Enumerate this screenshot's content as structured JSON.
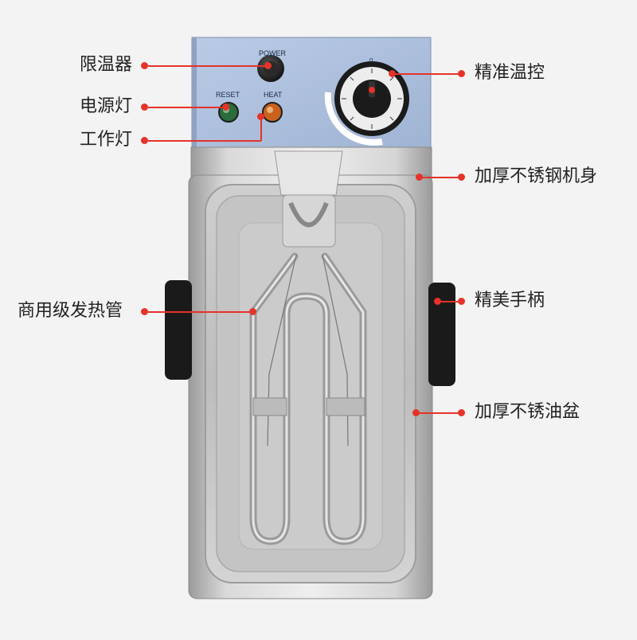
{
  "panel": {
    "power_label": "POWER",
    "reset_label": "RESET",
    "heat_label": "HEAT",
    "dial_min": "0"
  },
  "callouts": {
    "limiter": "限温器",
    "power_light": "电源灯",
    "work_light": "工作灯",
    "thermostat": "精准温控",
    "body": "加厚不锈钢机身",
    "heating_tube": "商用级发热管",
    "handle": "精美手柄",
    "oil_pan": "加厚不锈油盆"
  },
  "colors": {
    "accent": "#e5332a",
    "panel_blue": "#a9bddb",
    "steel": "#c8c8c8",
    "background": "#f3f3f3"
  }
}
